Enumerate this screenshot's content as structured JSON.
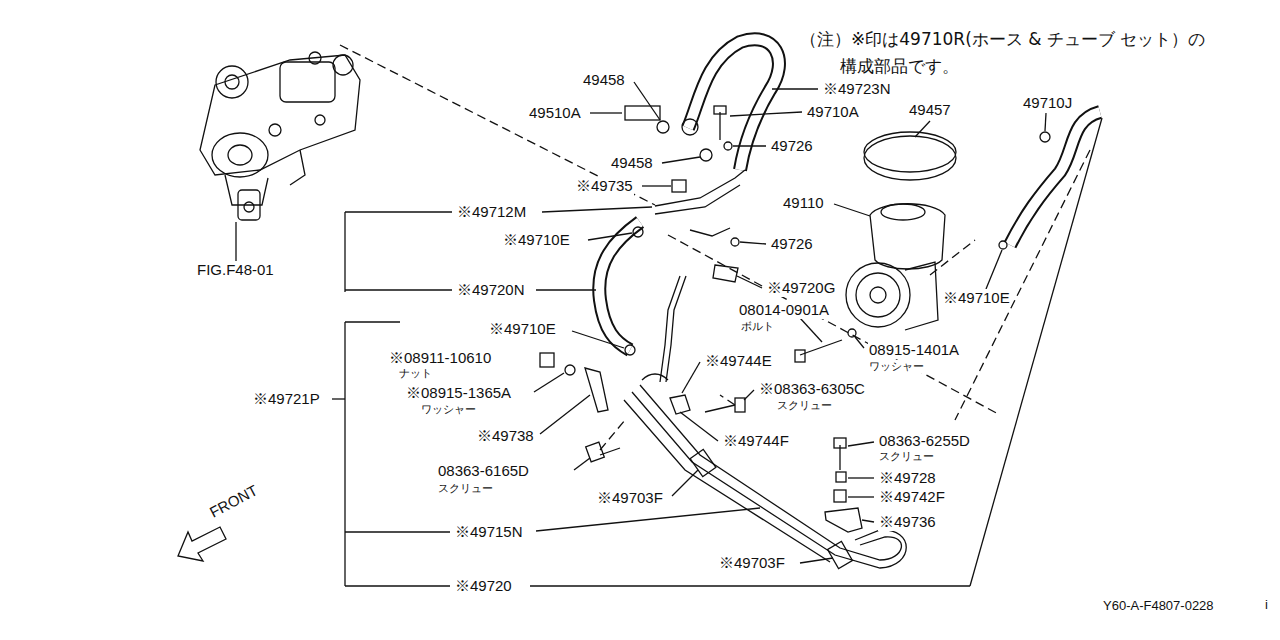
{
  "diagram": {
    "labels": [
      "（注）※印は49710R(ホース & チューブ セット）の構成部品です。",
      "49458",
      "49510A",
      "※49723N",
      "49710A",
      "49457",
      "49710J",
      "49458",
      "49726",
      "※49735",
      "※49712M",
      "49110",
      "※49710E",
      "49726",
      "※49720N",
      "※49720G",
      "08014-0901A",
      "ボルト",
      "※49710E",
      "08915-1401A",
      "ワッシャー",
      "※49710E",
      "FIG.F48-01",
      "※08911-10610",
      "ナット",
      "※49744E",
      "※08915-1365A",
      "ワッシャー",
      "※08363-6305C",
      "スクリュー",
      "※49721P",
      "※49738",
      "※49744F",
      "08363-6255D",
      "スクリュー",
      "08363-6165D",
      "スクリュー",
      "※49728",
      "※49742F",
      "※49703F",
      "※49736",
      "※49715N",
      "FRONT",
      "※49703F",
      "※49720",
      "Y60-A-F4807-0228",
      "i"
    ]
  }
}
